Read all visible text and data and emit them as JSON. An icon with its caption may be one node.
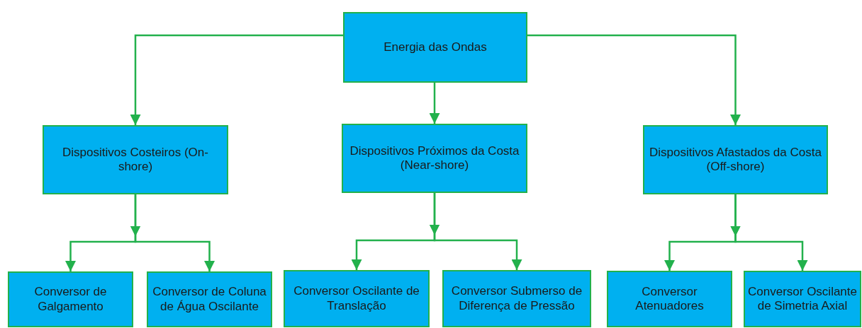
{
  "diagram": {
    "nodes": [
      {
        "text": [
          "Energia das Ondas"
        ]
      },
      {
        "text": [
          "Dispositivos Costeiros (On-shore)"
        ]
      },
      {
        "text": [
          "Dispositivos Próximos da Costa (Near-shore)"
        ]
      },
      {
        "text": [
          "Dispositivos Afastados da Costa (Off-shore)"
        ]
      },
      {
        "text": [
          "Conversor de Galgamento"
        ]
      },
      {
        "text": [
          "Conversor de Coluna de Água Oscilante"
        ]
      },
      {
        "text": [
          "Conversor Oscilante de Translação"
        ]
      },
      {
        "text": [
          "Conversor Submerso de Diferença de Pressão"
        ]
      },
      {
        "text": [
          "Conversor Atenuadores"
        ]
      },
      {
        "text": [
          "Conversor Oscilante de Simetria Axial"
        ]
      }
    ],
    "edges": [
      {
        "from": 0,
        "to": 1,
        "arrow": "to"
      },
      {
        "from": 0,
        "to": 2,
        "arrow": "to"
      },
      {
        "from": 0,
        "to": 3,
        "arrow": "to"
      },
      {
        "from": 1,
        "to": 4,
        "arrow": "to"
      },
      {
        "from": 1,
        "to": 5,
        "arrow": "to"
      },
      {
        "from": 2,
        "to": 6,
        "arrow": "to"
      },
      {
        "from": 2,
        "to": 7,
        "arrow": "to"
      },
      {
        "from": 3,
        "to": 8,
        "arrow": "to"
      },
      {
        "from": 3,
        "to": 9,
        "arrow": "to"
      }
    ]
  }
}
